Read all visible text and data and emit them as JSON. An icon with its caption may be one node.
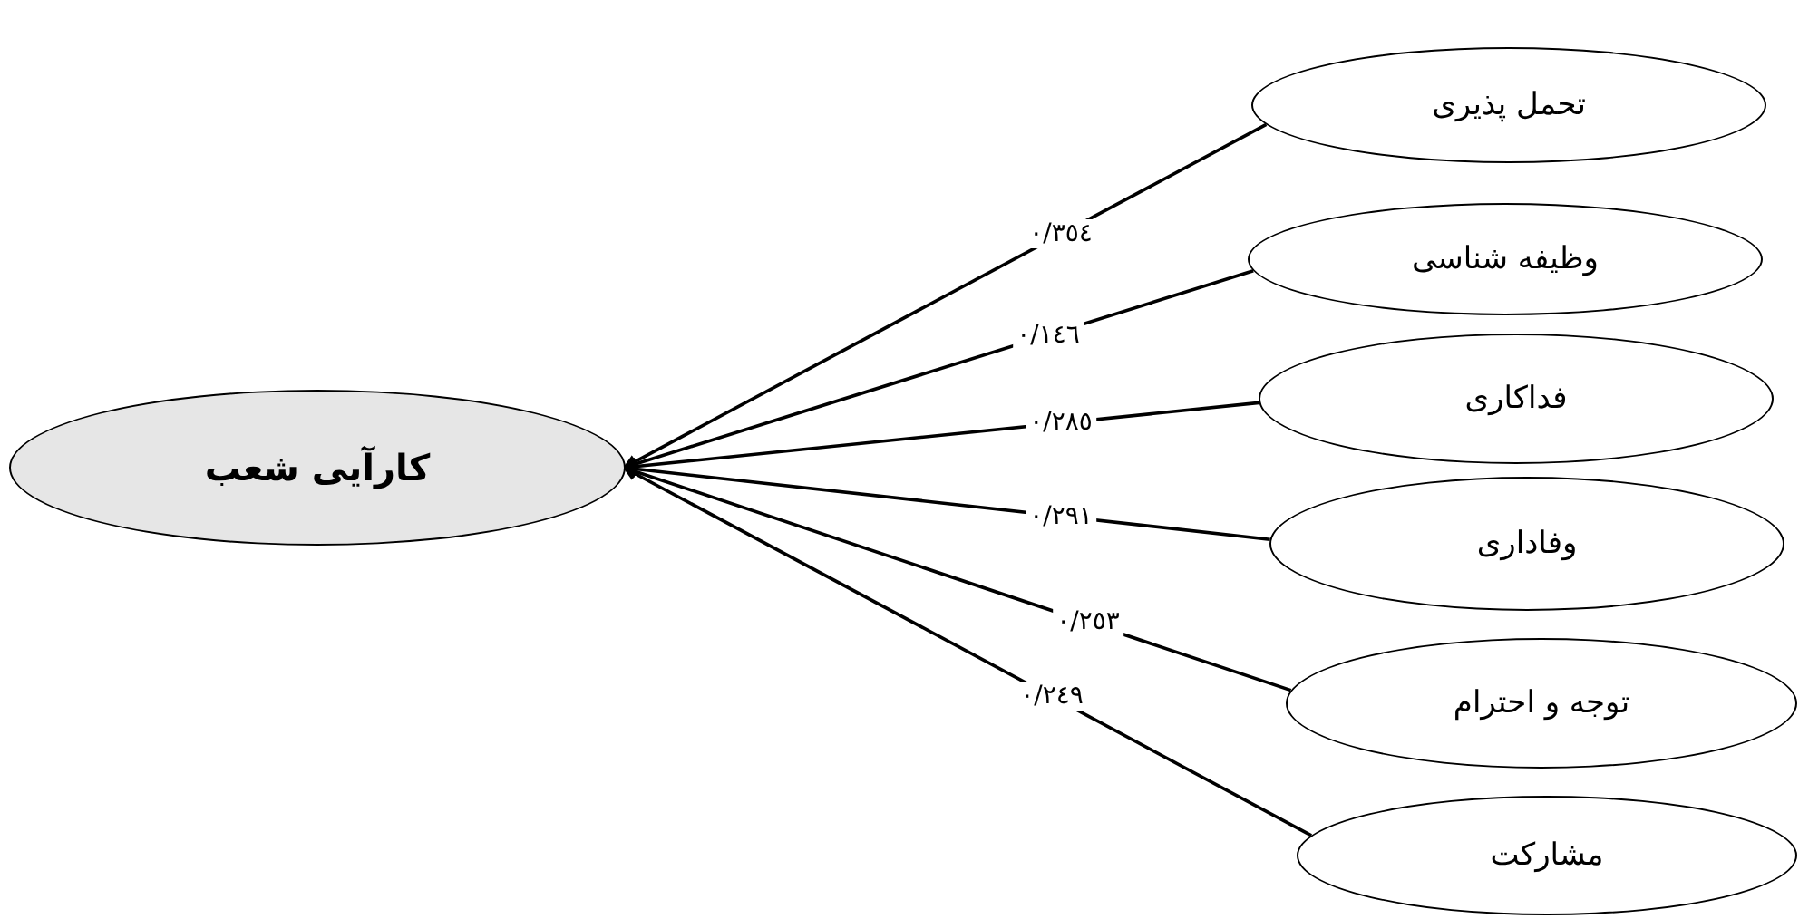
{
  "diagram": {
    "nodes": [
      {
        "text": [
          "کارآیی شعب"
        ]
      },
      {
        "text": [
          "تحمل پذیری"
        ]
      },
      {
        "text": [
          "وظیفه شناسی"
        ]
      },
      {
        "text": [
          "فداکاری"
        ]
      },
      {
        "text": [
          "وفاداری"
        ]
      },
      {
        "text": [
          "توجه و احترام"
        ]
      },
      {
        "text": [
          "مشارکت"
        ]
      }
    ],
    "edges": [
      {
        "from": 1,
        "to": 0,
        "arrow": "to",
        "label": "٠/٣٥٤"
      },
      {
        "from": 2,
        "to": 0,
        "arrow": "to",
        "label": "٠/١٤٦"
      },
      {
        "from": 3,
        "to": 0,
        "arrow": "to",
        "label": "٠/٢٨٥"
      },
      {
        "from": 4,
        "to": 0,
        "arrow": "to",
        "label": "٠/٢٩١"
      },
      {
        "from": 5,
        "to": 0,
        "arrow": "to",
        "label": "٠/٢٥٣"
      },
      {
        "from": 6,
        "to": 0,
        "arrow": "to",
        "label": "٠/٢٤٩"
      }
    ]
  }
}
